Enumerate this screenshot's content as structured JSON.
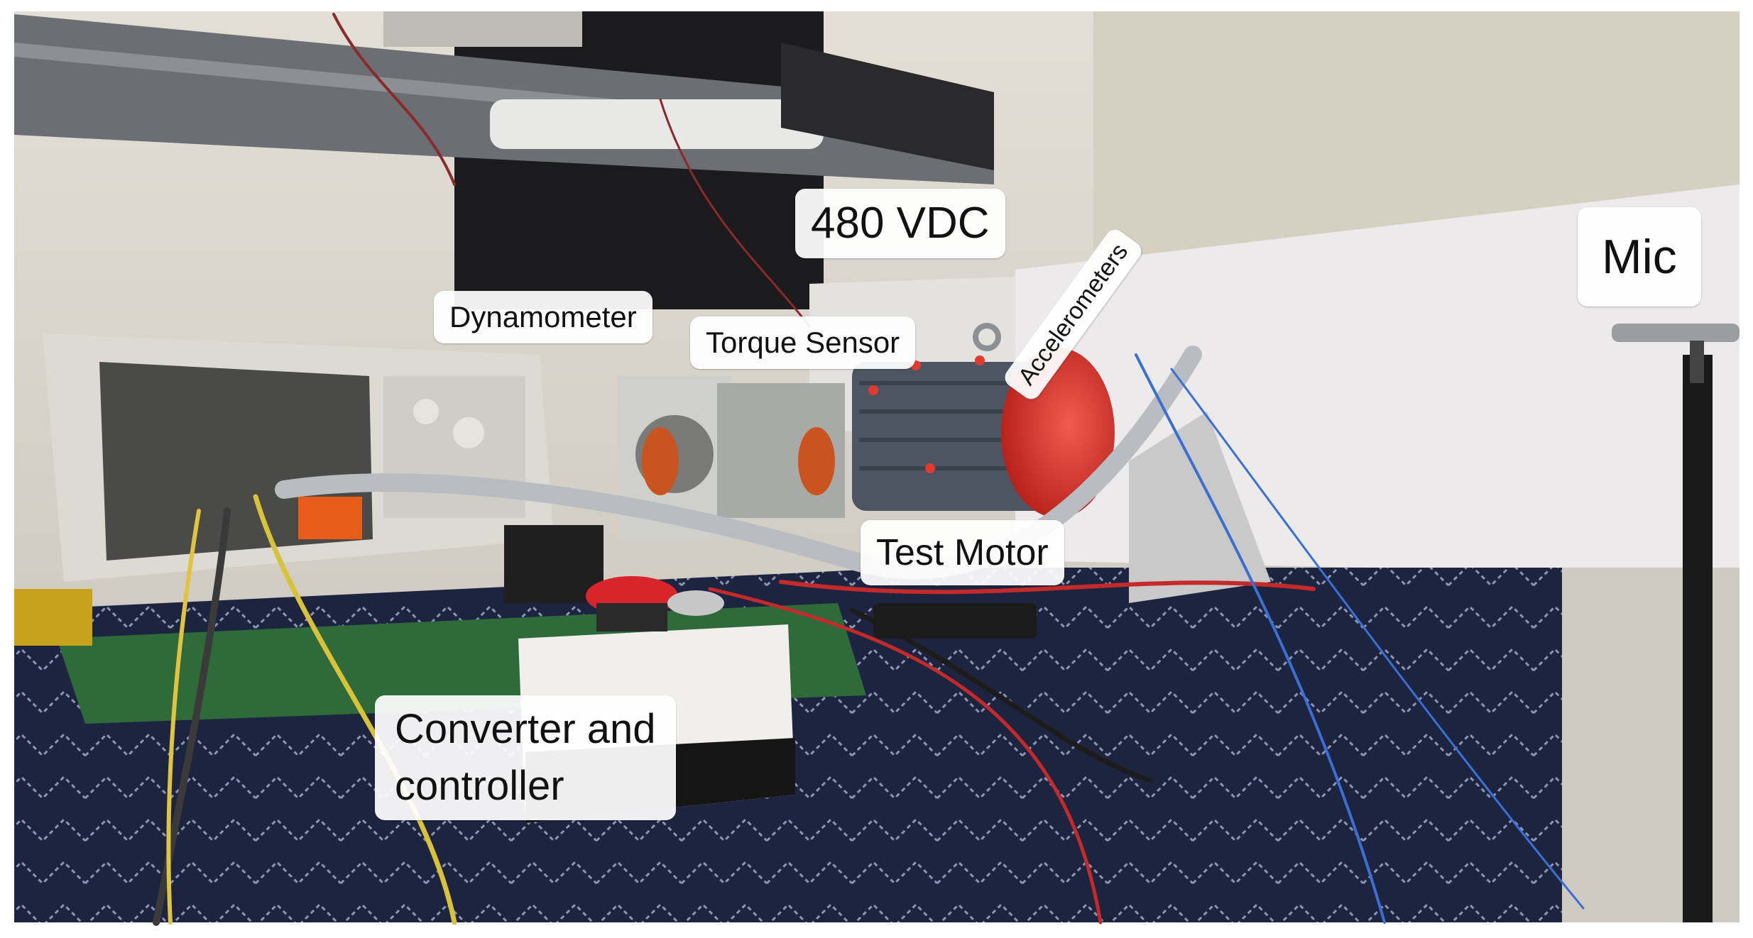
{
  "labels": {
    "dc_bus": "480 VDC",
    "mic": "Mic",
    "dynamometer": "Dynamometer",
    "torque_sensor": "Torque Sensor",
    "accelerometers": "Accelerometers",
    "test_motor": "Test Motor",
    "converter_line1": "Converter and",
    "converter_line2": "controller"
  },
  "colors": {
    "motor_red": "#e23a2f",
    "table_cloth": "#1d2440",
    "wall": "#d9d6cf",
    "stop_button": "#d8242a"
  }
}
